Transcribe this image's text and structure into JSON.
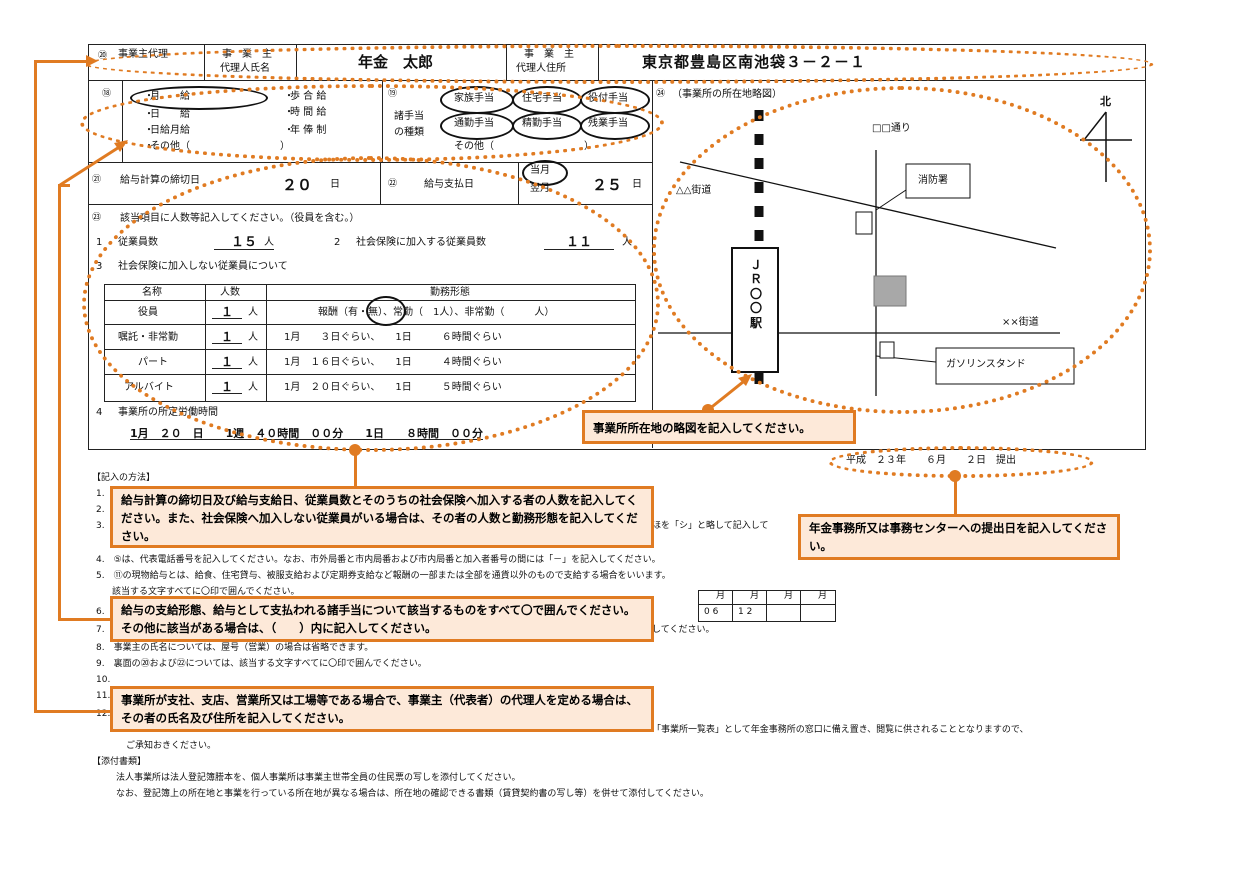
{
  "row1": {
    "label_a1": "事業主代理",
    "label_a2": "",
    "label_b1": "事　業　主",
    "label_b2": "代理人氏名",
    "name": "年金　太郎",
    "label_c1": "事　業　主",
    "label_c2": "代理人住所",
    "address": "東京都豊島区南池袋３－２－１"
  },
  "pay_form": {
    "label": "",
    "items": [
      "月　　給",
      "日　　給",
      "日給月給",
      "その他（　　　　　　　　　）",
      "歩 合 給",
      "時 間 給",
      "年 俸 制"
    ]
  },
  "allowance": {
    "label1": "諸手当",
    "label2": "の種類",
    "items": [
      "家族手当",
      "住宅手当",
      "役付手当",
      "通勤手当",
      "精勤手当",
      "残業手当",
      "その他（　　　　　　　　　）"
    ]
  },
  "map": {
    "label": "（事業所の所在地略図）",
    "north": "北",
    "street_top": "□□通り",
    "street_left": "△△街道",
    "street_bottom": "××街道",
    "fire": "消防署",
    "gas": "ガソリンスタンド",
    "station": "ＪＲ〇〇駅"
  },
  "closing": {
    "label": "給与計算の締切日",
    "value": "２０",
    "unit": "日"
  },
  "payday": {
    "label": "給与支払日",
    "prefix1": "当月",
    "prefix2": "翌月",
    "value": "２５",
    "unit": "日"
  },
  "workers": {
    "heading": "該当項目に人数等記入してください。（役員を含む。）",
    "q1_num": "1",
    "q1_label": "従業員数",
    "q1_value": "１５",
    "q1_unit": "人",
    "q2_num": "2",
    "q2_label": "社会保険に加入する従業員数",
    "q2_value": "１１",
    "q2_unit": "人",
    "q3_num": "3",
    "q3_label": "社会保険に加入しない従業員について",
    "col_name": "名称",
    "col_count": "人数",
    "col_form": "勤務形態",
    "rows": [
      {
        "name": "役員",
        "count": "１",
        "unit": "人",
        "desc": "報酬（有・無）、常勤（　1人）、非常勤（　　　人）"
      },
      {
        "name": "嘱託・非常勤",
        "count": "１",
        "unit": "人",
        "desc": "1月　　３日ぐらい、　　1日　　　６時間ぐらい"
      },
      {
        "name": "パート",
        "count": "１",
        "unit": "人",
        "desc": "1月　１６日ぐらい、　　1日　　　４時間ぐらい"
      },
      {
        "name": "アルバイト",
        "count": "１",
        "unit": "人",
        "desc": "1月　２０日ぐらい、　　1日　　　５時間ぐらい"
      }
    ],
    "q4_num": "4",
    "q4_label": "事業所の所定労働時間",
    "q4_values": "1月　２０　日　　1週　４０時間　００分　　1日　　８時間　００分"
  },
  "date_line": "平成　２３年　　６月　　２日　提出",
  "instructions": {
    "heading": "【記入の方法】",
    "lines": [
      "1.",
      "2.",
      "3.",
      "4.　⑤は、代表電話番号を記入してください。なお、市外局番と市内局番および市内局番と加入者番号の間には「－」を記入してください。",
      "5.　⑪の現物給与とは、給食、住宅貸与、被服支給および定期券支給など報酬の一部または全部を通貨以外のもので支給する場合をいいます。",
      "6.",
      "7.",
      "8.　事業主の氏名については、屋号（営業）の場合は省略できます。",
      "9.　裏面の⑳および㉒については、該当する文字すべてに〇印で囲んでください。",
      "10.",
      "11.",
      "12."
    ],
    "line3_tail": "ほを「シ」と略して記入して",
    "line5b": "該当する文字すべてに〇印で囲んでください。",
    "line7_tail": "してください。",
    "line12_tail": "「事業所一覧表」として年金事務所の窓口に備え置き、閲覧に供されることとなりますので、",
    "line12b": "ご承知おきください。",
    "attach_heading": "【添付書類】",
    "attach1": "法人事業所は法人登記簿謄本を、個人事業所は事業主世帯全員の住民票の写しを添付してください。",
    "attach2": "なお、登記簿上の所在地と事業を行っている所在地が異なる場合は、所在地の確認できる書類（賃貸契約書の写し等）を併せて添付してください。"
  },
  "month_box": {
    "label": "月",
    "values": [
      "0 6",
      "1 2",
      "",
      ""
    ]
  },
  "callouts": {
    "map": "事業所所在地の略図を記入してください。",
    "workers": "給与計算の締切日及び給与支給日、従業員数とそのうちの社会保険へ加入する者の人数を記入してください。また、社会保険へ加入しない従業員がいる場合は、その者の人数と勤務形態を記入してください。",
    "date": "年金事務所又は事務センターへの提出日を記入してください。",
    "pay": "給与の支給形態、給与として支払われる諸手当について該当するものをすべて〇で囲んでください。その他に該当がある場合は、（　　）内に記入してください。",
    "agent": "事業所が支社、支店、営業所又は工場等である場合で、事業主（代表者）の代理人を定める場合は、その者の氏名及び住所を記入してください。"
  },
  "colors": {
    "accent": "#e07b22",
    "callout_bg": "#fde9d9"
  }
}
